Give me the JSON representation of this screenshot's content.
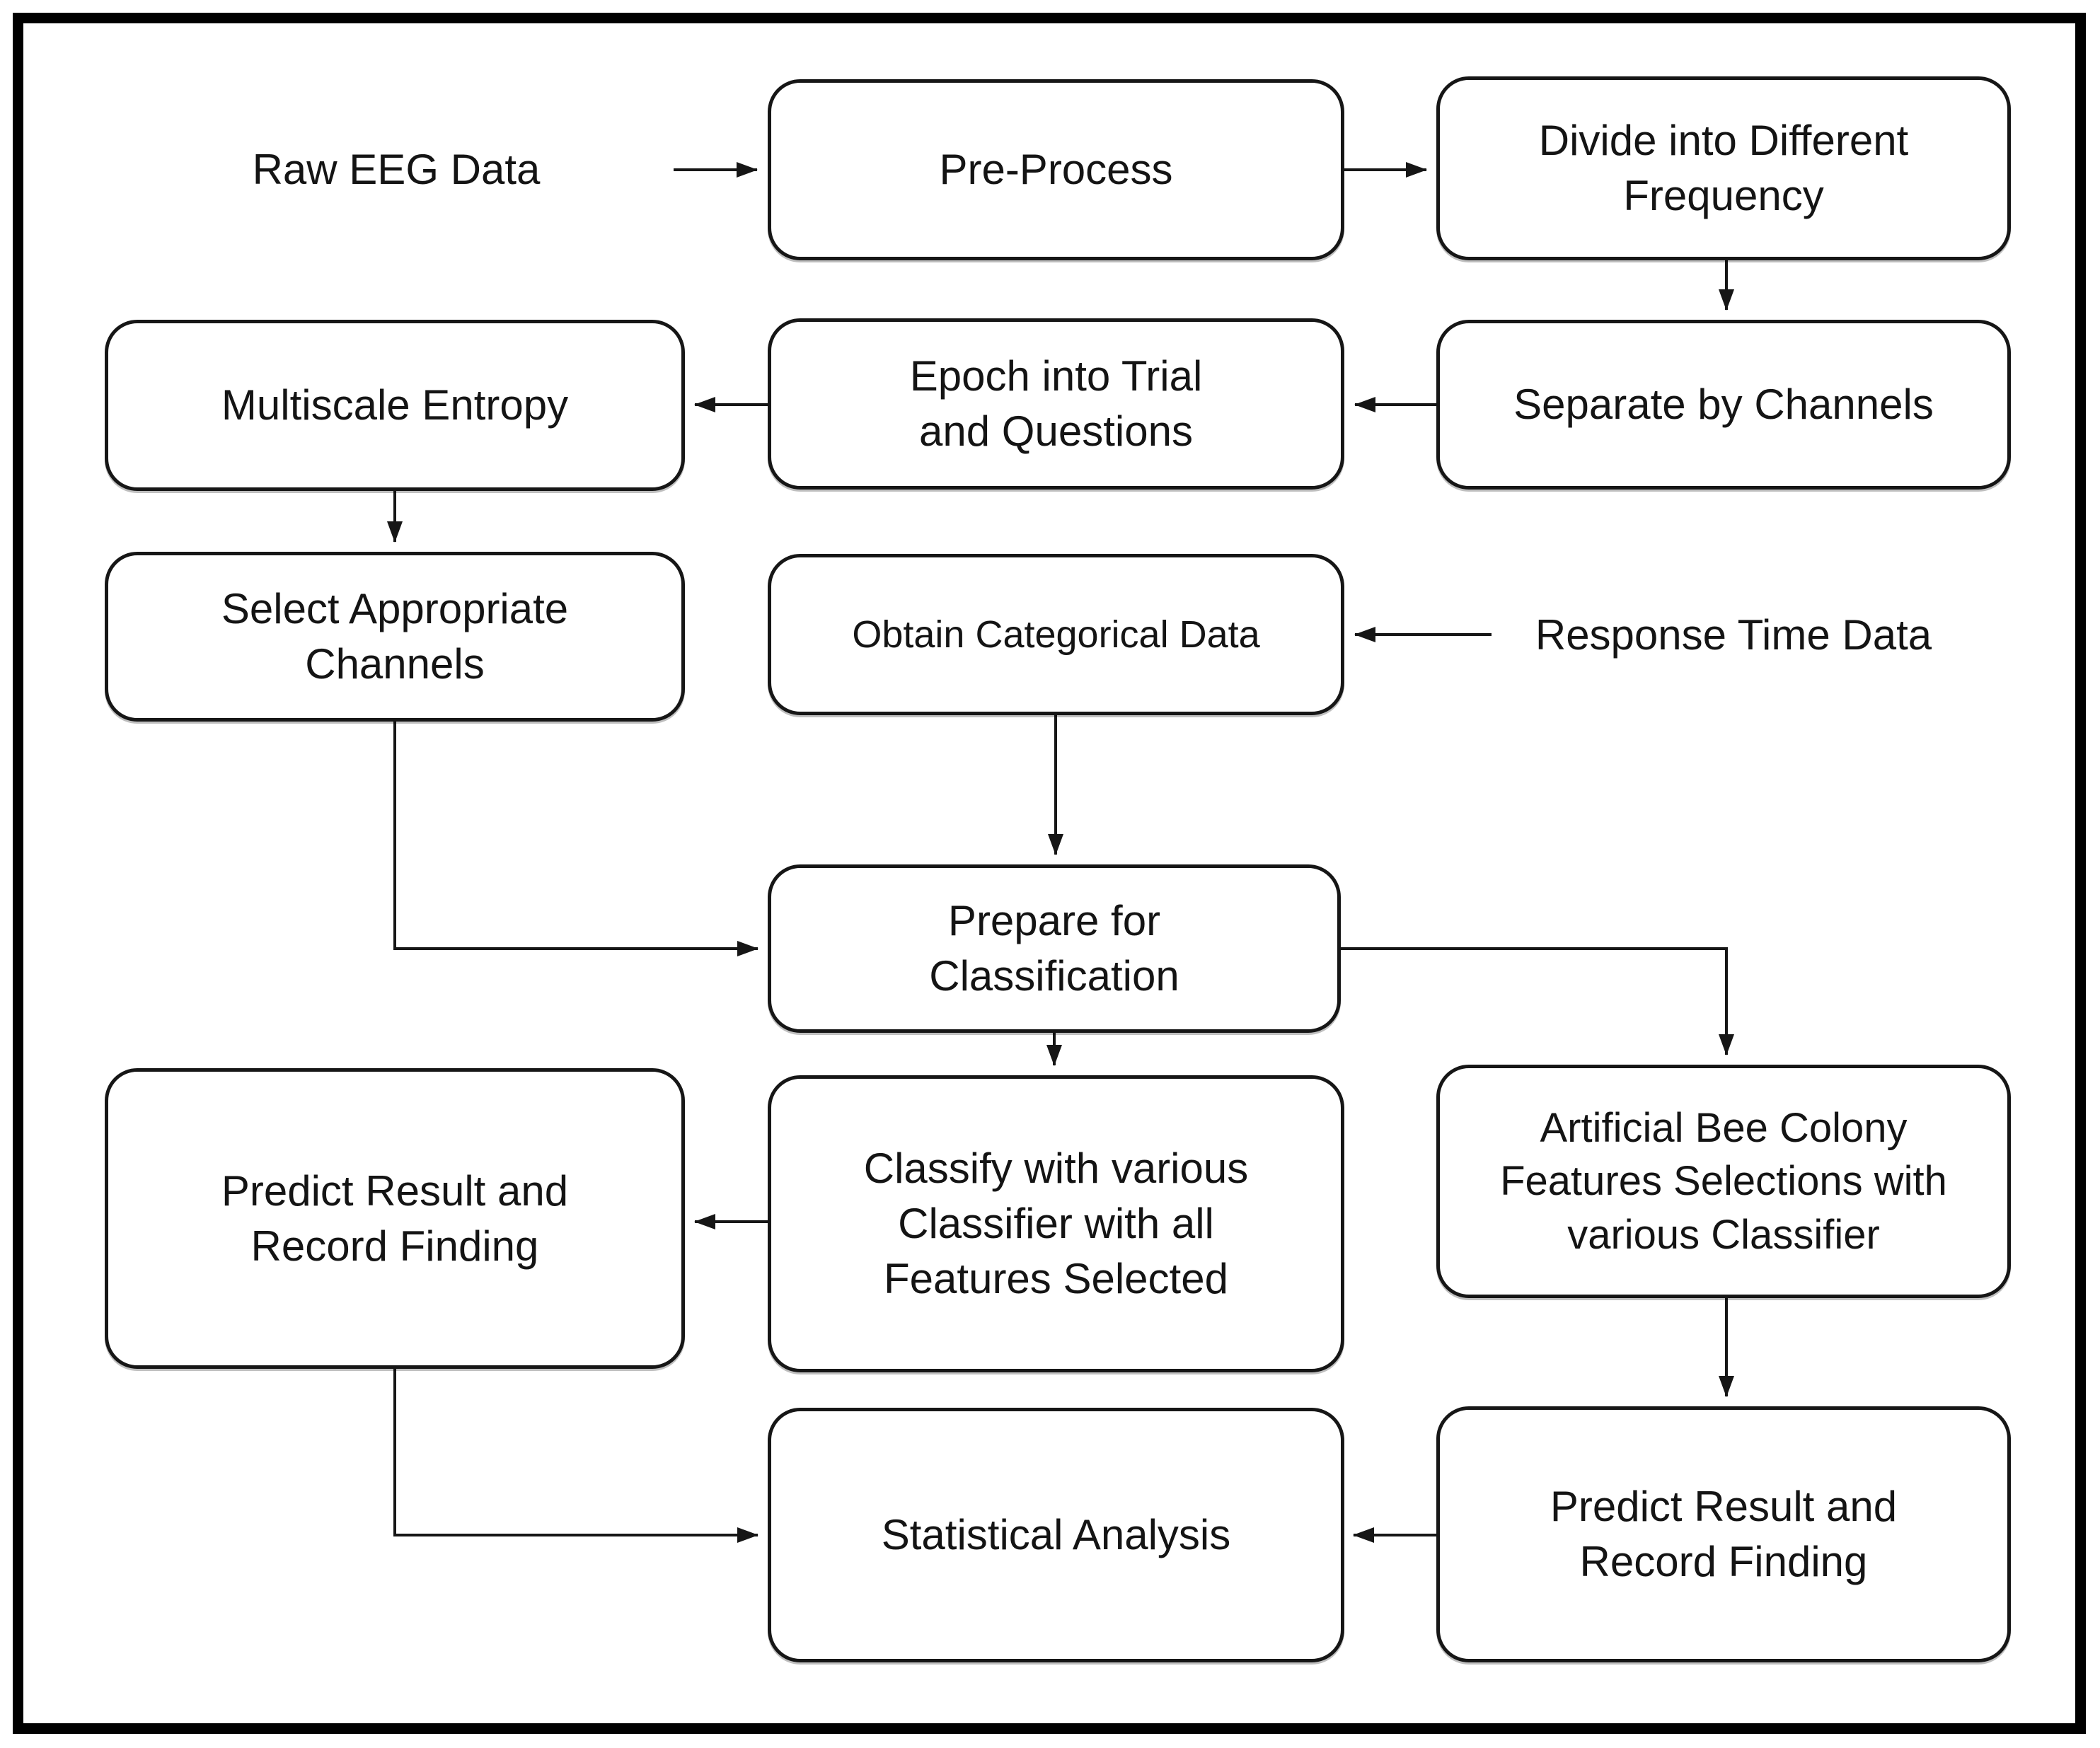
{
  "diagram": {
    "kind": "flowchart",
    "background_color": "#ffffff",
    "line_color": "#161616",
    "nodes": [
      {
        "id": "raw-eeg-data",
        "type": "label",
        "text": "Raw EEG Data"
      },
      {
        "id": "pre-process",
        "type": "process",
        "text": "Pre-Process"
      },
      {
        "id": "divide-into-different-frequency",
        "type": "process",
        "text": "Divide into Different\nFrequency"
      },
      {
        "id": "multiscale-entropy",
        "type": "process",
        "text": "Multiscale Entropy"
      },
      {
        "id": "epoch-into-trial-and-questions",
        "type": "process",
        "text": "Epoch into Trial\nand Questions"
      },
      {
        "id": "separate-by-channels",
        "type": "process",
        "text": "Separate by Channels"
      },
      {
        "id": "select-appropriate-channels",
        "type": "process",
        "text": "Select Appropriate\nChannels"
      },
      {
        "id": "obtain-categorical-data",
        "type": "process",
        "text": "Obtain Categorical Data"
      },
      {
        "id": "response-time-data",
        "type": "label",
        "text": "Response Time Data"
      },
      {
        "id": "prepare-for-classification",
        "type": "process",
        "text": "Prepare for\nClassification"
      },
      {
        "id": "classify-with-various-classifier",
        "type": "process",
        "text": "Classify with various\nClassifier with all\nFeatures Selected"
      },
      {
        "id": "abc-features-selection",
        "type": "process",
        "text": "Artificial Bee Colony\nFeatures Selections with\nvarious Classifier"
      },
      {
        "id": "predict-result-left",
        "type": "process",
        "text": "Predict Result and\nRecord Finding"
      },
      {
        "id": "statistical-analysis",
        "type": "process",
        "text": "Statistical Analysis"
      },
      {
        "id": "predict-result-right",
        "type": "process",
        "text": "Predict Result and\nRecord Finding"
      }
    ],
    "edges": [
      {
        "from": "raw-eeg-data",
        "to": "pre-process"
      },
      {
        "from": "pre-process",
        "to": "divide-into-different-frequency"
      },
      {
        "from": "divide-into-different-frequency",
        "to": "separate-by-channels"
      },
      {
        "from": "separate-by-channels",
        "to": "epoch-into-trial-and-questions"
      },
      {
        "from": "epoch-into-trial-and-questions",
        "to": "multiscale-entropy"
      },
      {
        "from": "multiscale-entropy",
        "to": "select-appropriate-channels"
      },
      {
        "from": "response-time-data",
        "to": "obtain-categorical-data"
      },
      {
        "from": "obtain-categorical-data",
        "to": "prepare-for-classification"
      },
      {
        "from": "select-appropriate-channels",
        "to": "prepare-for-classification"
      },
      {
        "from": "prepare-for-classification",
        "to": "classify-with-various-classifier"
      },
      {
        "from": "prepare-for-classification",
        "to": "abc-features-selection"
      },
      {
        "from": "classify-with-various-classifier",
        "to": "predict-result-left"
      },
      {
        "from": "abc-features-selection",
        "to": "predict-result-right"
      },
      {
        "from": "predict-result-left",
        "to": "statistical-analysis"
      },
      {
        "from": "predict-result-right",
        "to": "statistical-analysis"
      }
    ]
  }
}
